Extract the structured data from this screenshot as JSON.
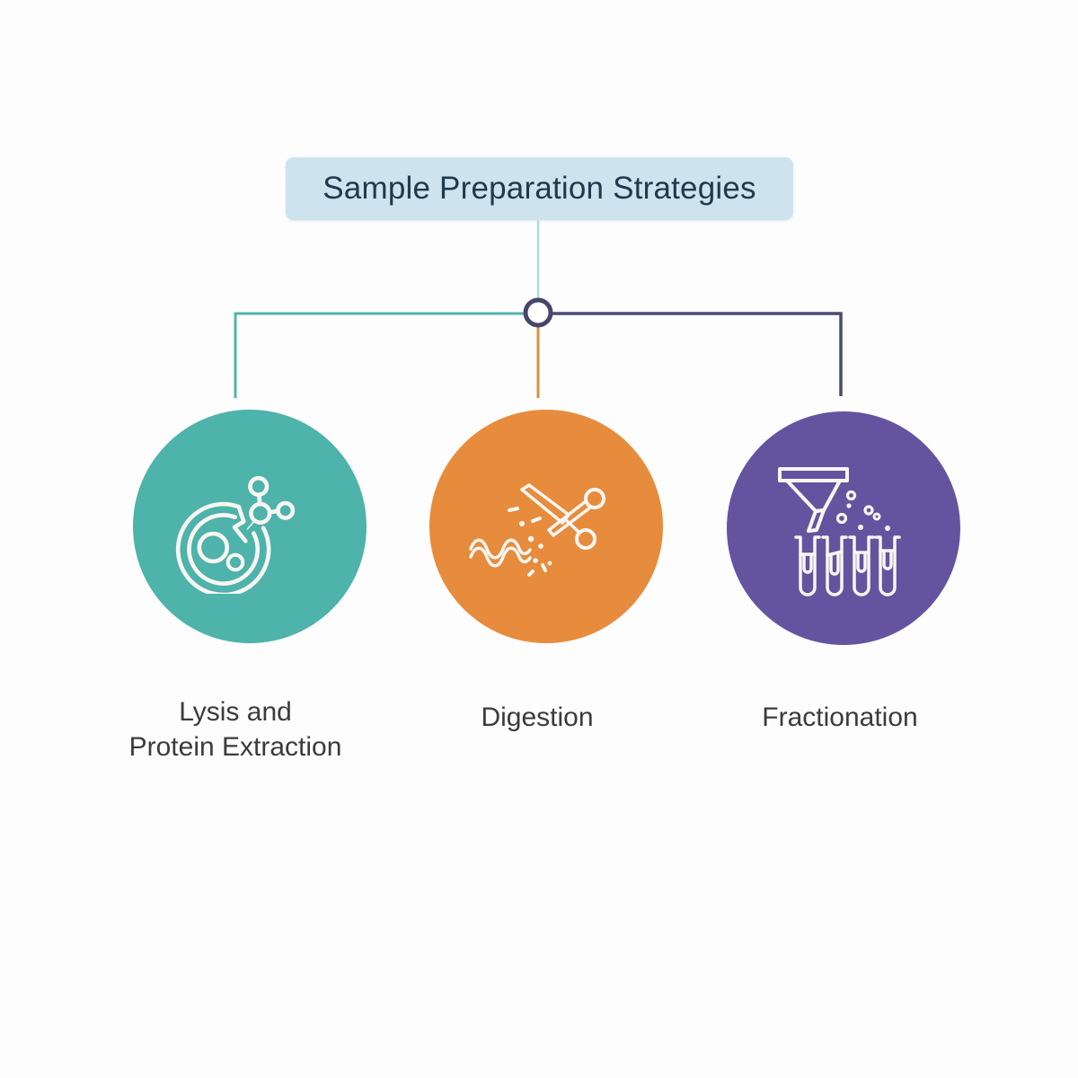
{
  "title": "Sample Preparation Strategies",
  "branches": [
    {
      "name": "lysis-and-protein-extraction",
      "label_lines": [
        "Lysis and",
        "Protein Extraction"
      ],
      "circle_color": "#4db3ab",
      "connector_color": "#52b3ab",
      "icon": "cell-lysis"
    },
    {
      "name": "digestion",
      "label_lines": [
        "Digestion"
      ],
      "circle_color": "#e78c3d",
      "connector_color": "#d8913e",
      "icon": "scissors-cutting-protein"
    },
    {
      "name": "fractionation",
      "label_lines": [
        "Fractionation"
      ],
      "circle_color": "#64549f",
      "connector_color": "#4b4b71",
      "icon": "funnel-test-tubes"
    }
  ],
  "colors": {
    "background": "#fdfdfd",
    "title_box_bg": "#cde4ef",
    "title_text": "#20394b",
    "label_text": "#3b3b3b",
    "stem_connector": "#b3d8e0",
    "node_ring": "#45466b",
    "node_fill": "#ffffff",
    "icon_stroke": "#f8f6f1"
  }
}
